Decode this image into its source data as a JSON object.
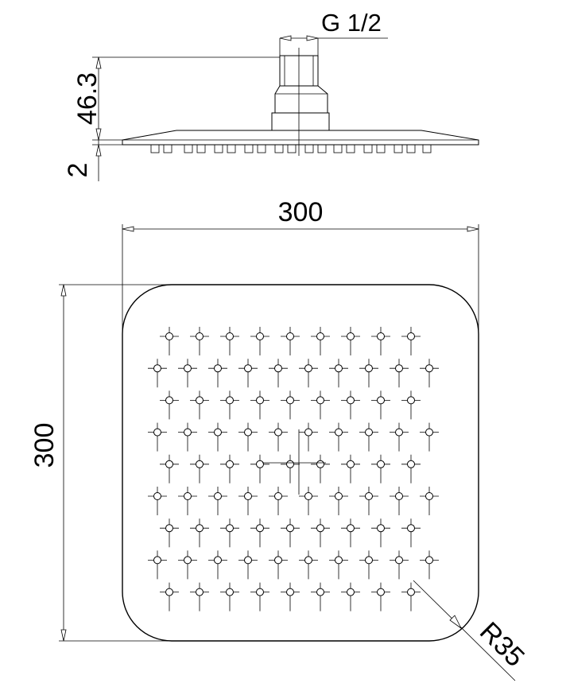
{
  "labels": {
    "thread": "G 1/2",
    "height": "46.3",
    "plate_thickness": "2",
    "width": "300",
    "depth": "300",
    "corner_radius": "R35"
  },
  "nozzle_grid": {
    "rows": 9,
    "odd_row_count": 9,
    "even_row_count": 10
  }
}
